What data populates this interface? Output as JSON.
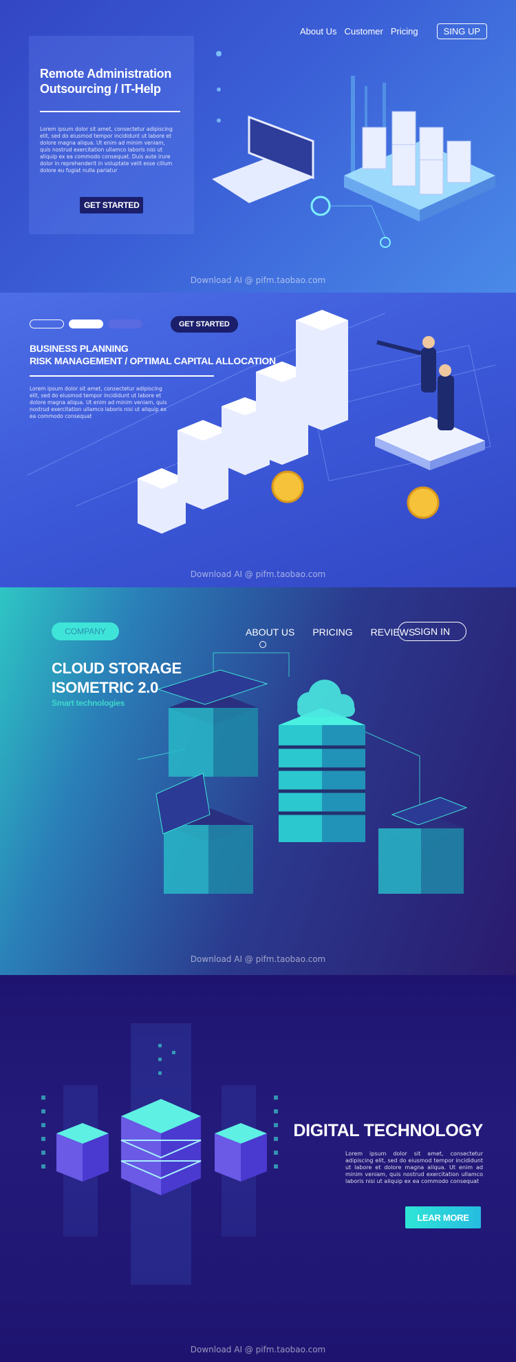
{
  "panel1": {
    "nav": [
      "About Us",
      "Customer",
      "Pricing"
    ],
    "signup_label": "SING UP",
    "title_line1": "Remote Administration",
    "title_line2": "Outsourcing / IT-Help",
    "body": "Lorem ipsum dolor sit amet, consectetur adipiscing elit, sed do eiusmod tempor incididunt ut labore et dolore magna aliqua. Ut enim ad minim veniam, quis nostrud exercitation ullamco laboris nisi ut aliquip ex ea commodo consequat. Duis aute irure dolor in reprehenderit in voluptate velit esse cillum dolore eu fugiat nulla pariatur",
    "cta": "GET STARTED",
    "watermark": "Download AI @ pifm.taobao.com"
  },
  "panel2": {
    "cta": "GET STARTED",
    "title_line1": "BUSINESS PLANNING",
    "title_line2": "RISK MANAGEMENT / OPTIMAL CAPITAL ALLOCATION",
    "body": "Lorem ipsum dolor sit amet, consectetur adipiscing elit, sed do eiusmod tempor incididunt ut labore et dolore magna aliqua. Ut enim ad minim veniam, quis nostrud exercitation ullamco laboris nisi ut aliquip ex ea commodo consequat",
    "watermark": "Download AI @ pifm.taobao.com"
  },
  "panel3": {
    "company": "COMPANY",
    "nav": [
      "ABOUT US",
      "PRICING",
      "REVIEWS"
    ],
    "signin": "SIGN IN",
    "title_line1": "CLOUD STORAGE",
    "title_line2": "ISOMETRIC 2.0",
    "subtitle": "Smart technologies",
    "watermark": "Download AI @ pifm.taobao.com"
  },
  "panel4": {
    "title": "DIGITAL TECHNOLOGY",
    "body": "Lorem ipsum dolor sit amet, consectetur adipiscing elit, sed do eiusmod tempor incididunt ut labore et dolore magna aliqua. Ut enim ad minim veniam, quis nostrud exercitation ullamco laboris nisi ut aliquip ex ea commodo consequat",
    "cta": "LEAR MORE",
    "watermark": "Download AI @ pifm.taobao.com"
  },
  "colors": {
    "dark_navy": "#1b1f6b",
    "teal": "#3fe4d8",
    "panel4_bg": "#1e1470"
  }
}
